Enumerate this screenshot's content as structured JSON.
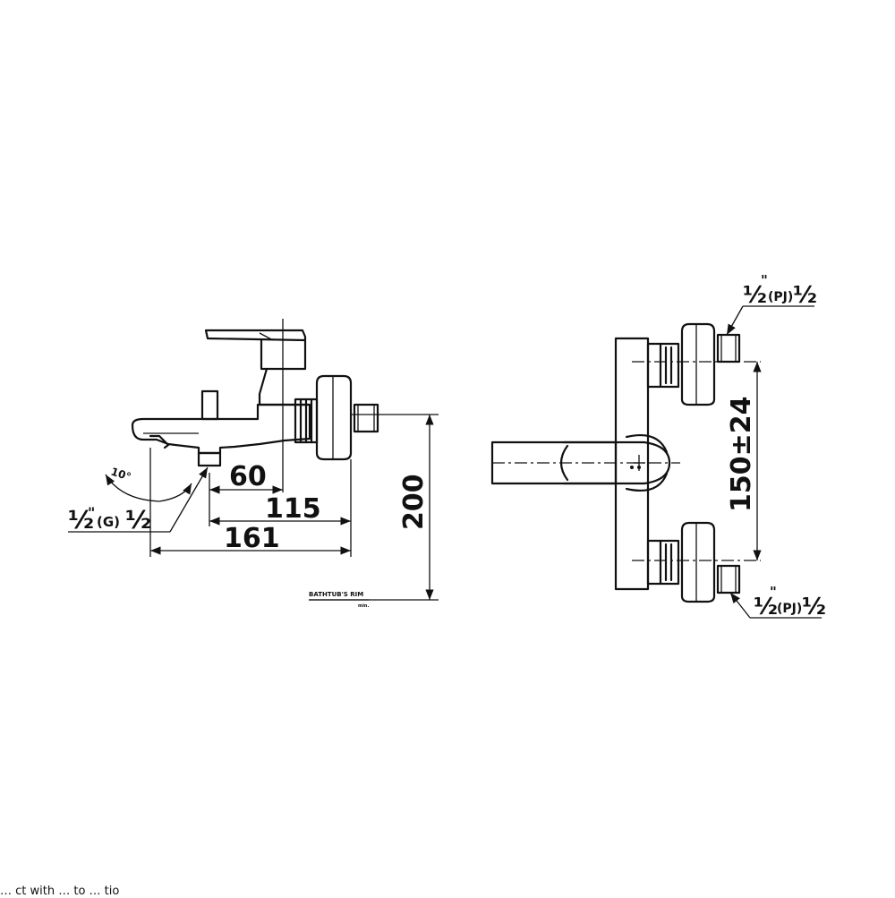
{
  "side_view": {
    "dim_60": "60",
    "dim_115": "115",
    "dim_161": "161",
    "dim_200": "200",
    "angle": "10°",
    "inlet_a": "½",
    "inlet_b": "\"",
    "inlet_c": "(G)",
    "inlet_d": "½",
    "rim_label": "BATHTUB'S RIM",
    "rim_sub": "min."
  },
  "front_view": {
    "dim_spacing": "150±24",
    "top_thread_a": "½",
    "top_thread_b": "\"",
    "top_thread_c": "(PJ)",
    "top_thread_d": "½",
    "bottom_thread_a": "½",
    "bottom_thread_b": "\"",
    "bottom_thread_c": "(PJ)",
    "bottom_thread_d": "½"
  },
  "footer_text": "… ct with … to … tio"
}
